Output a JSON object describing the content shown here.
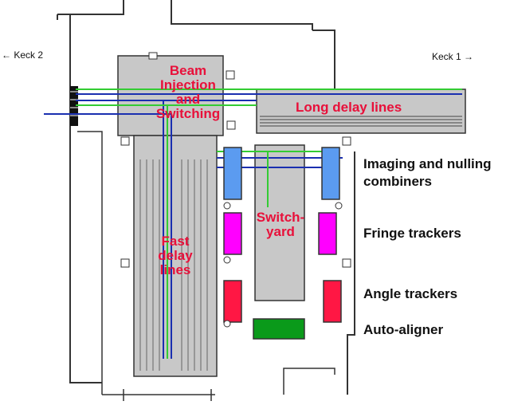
{
  "keck": {
    "left": "← Keck 2",
    "right": "Keck 1 →"
  },
  "labels": {
    "beam_injection": [
      "Beam",
      "Injection",
      "and",
      "Switching"
    ],
    "long_delay": "Long delay lines",
    "switchyard": [
      "Switch-",
      "yard"
    ],
    "fast_delay": [
      "Fast",
      "delay",
      "lines"
    ]
  },
  "legend": {
    "imaging": [
      "Imaging and nulling",
      "combiners"
    ],
    "fringe": "Fringe trackers",
    "angle": "Angle trackers",
    "auto": "Auto-aligner"
  },
  "colors": {
    "building_fill": "#c8c8c8",
    "outline": "#333333",
    "blue_beam": "#1a2fb0",
    "green_beam": "#33cc33",
    "combiner": "#5b9bf0",
    "fringe": "#ff00ff",
    "angle": "#ff1744",
    "auto": "#0a9a1a",
    "label_red": "#e8103a"
  }
}
